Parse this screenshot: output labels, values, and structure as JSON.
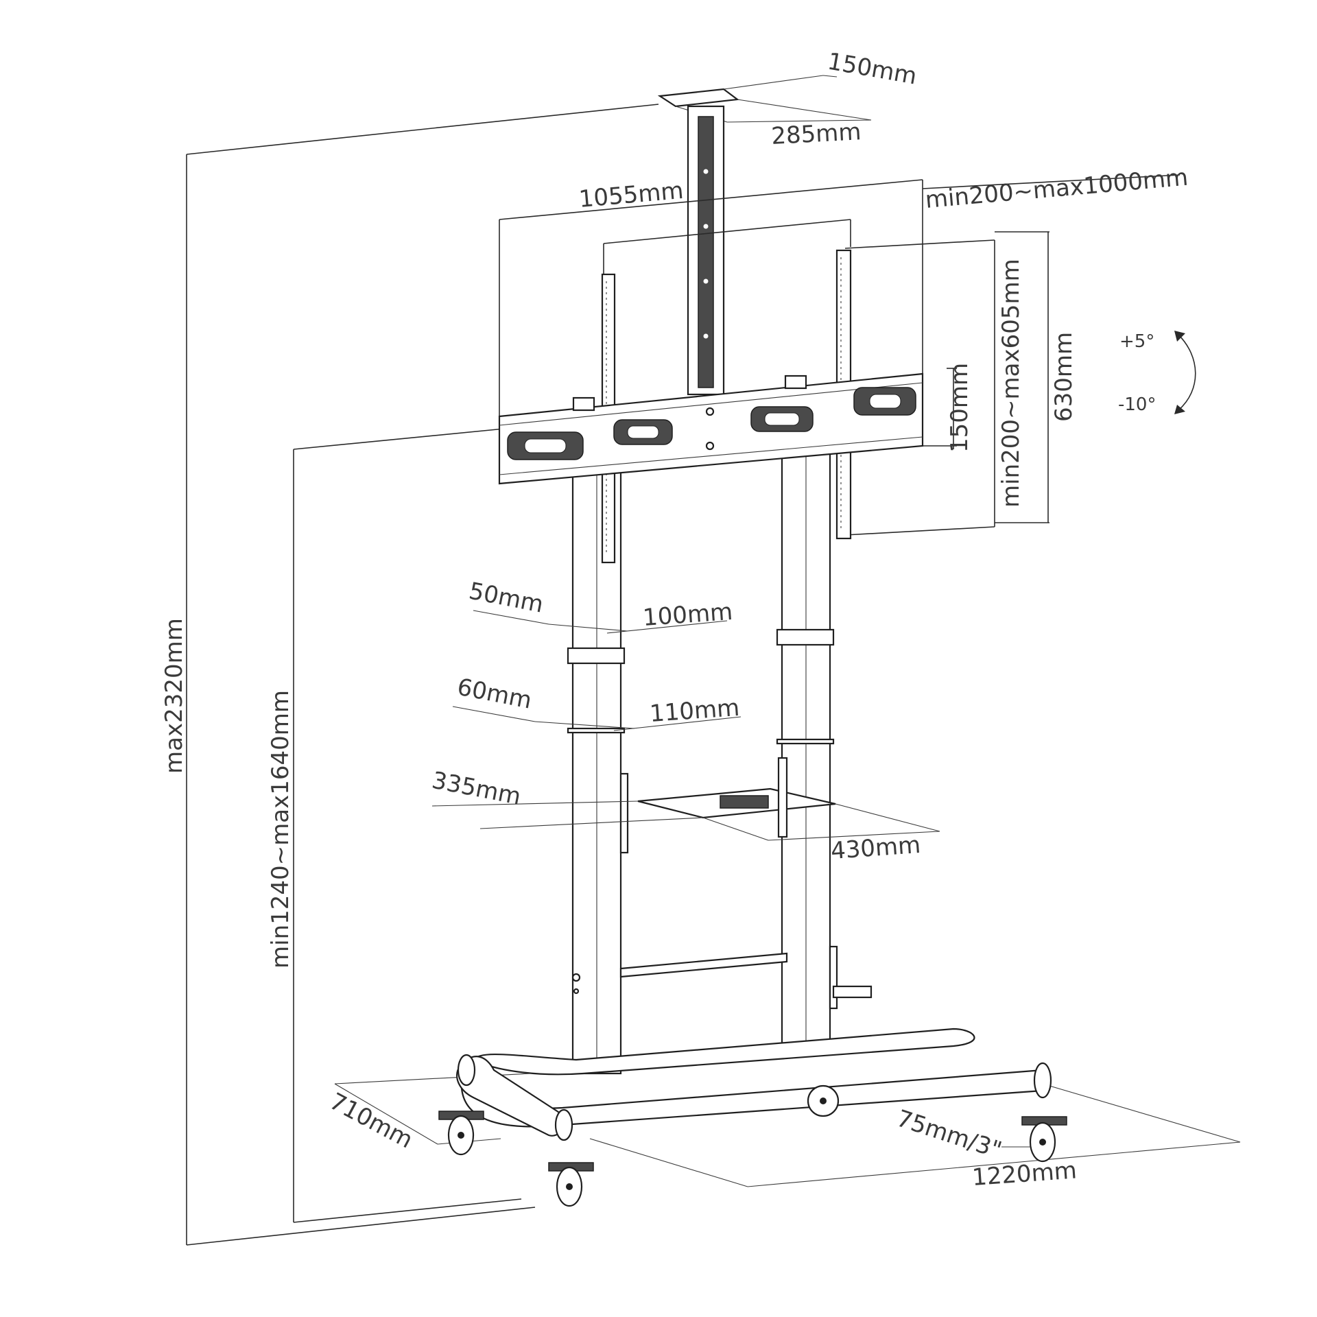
{
  "dimensions": {
    "top_plate_depth": "150mm",
    "top_plate_width": "285mm",
    "mount_width": "1055mm",
    "vesa_horizontal": "min200~max1000mm",
    "vesa_vertical": "min200~max605mm",
    "bracket_height": "630mm",
    "hole_spacing": "150mm",
    "tilt_up": "+5°",
    "tilt_down": "-10°",
    "max_height": "max2320mm",
    "height_range": "min1240~max1640mm",
    "clamp1_a": "50mm",
    "clamp1_b": "100mm",
    "clamp2_a": "60mm",
    "clamp2_b": "110mm",
    "shelf_depth": "335mm",
    "shelf_width": "430mm",
    "base_depth": "710mm",
    "caster": "75mm/3\"",
    "base_width": "1220mm"
  }
}
